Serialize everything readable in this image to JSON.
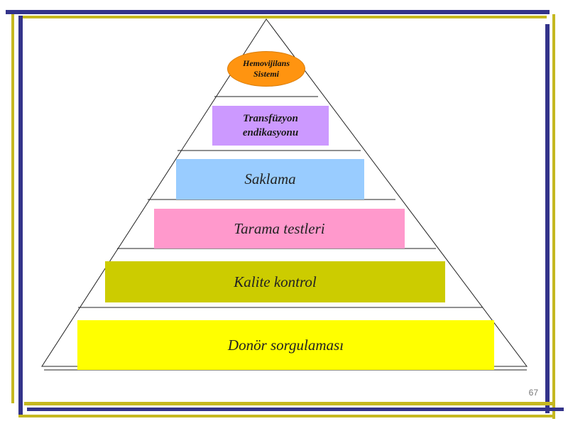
{
  "colors": {
    "frame_navy": "#33338a",
    "frame_olive": "#c5b820",
    "apex_fill": "#ff9410",
    "line": "#222222"
  },
  "pyramid": {
    "apex": {
      "label_line1": "Hemovijilans",
      "label_line2": "Sistemi",
      "color": "#ff9410"
    },
    "levels": [
      {
        "line1": "Transfüzyon",
        "line2": "endikasyonu",
        "color": "#cc99ff",
        "bold": true
      },
      {
        "line1": "Saklama",
        "line2": "",
        "color": "#99ccff",
        "bold": false
      },
      {
        "line1": "Tarama testleri",
        "line2": "",
        "color": "#ff99cc",
        "bold": false
      },
      {
        "line1": "Kalite kontrol",
        "line2": "",
        "color": "#cccc00",
        "bold": false
      },
      {
        "line1": "Donör sorgulaması",
        "line2": "",
        "color": "#ffff00",
        "bold": false
      }
    ]
  },
  "page_number": "67"
}
